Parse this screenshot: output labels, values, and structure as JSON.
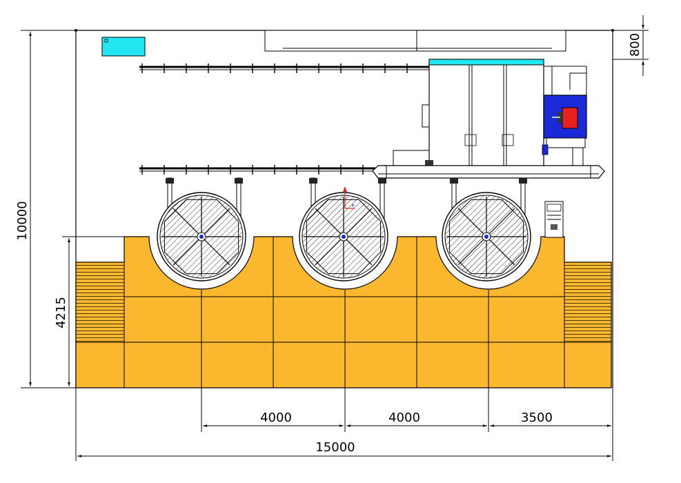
{
  "dimensions": {
    "total_height": "10000",
    "platform_height": "4215",
    "top_offset": "800",
    "spacing_1": "4000",
    "spacing_2": "4000",
    "spacing_3": "3500",
    "total_width": "15000"
  },
  "colors": {
    "platform": "#fbb82f",
    "cyan": "#22e6f2",
    "blue": "#1a2ad8",
    "red": "#e82020",
    "line": "#000000"
  },
  "icons": {
    "ucs": "ucs-axis-icon"
  }
}
